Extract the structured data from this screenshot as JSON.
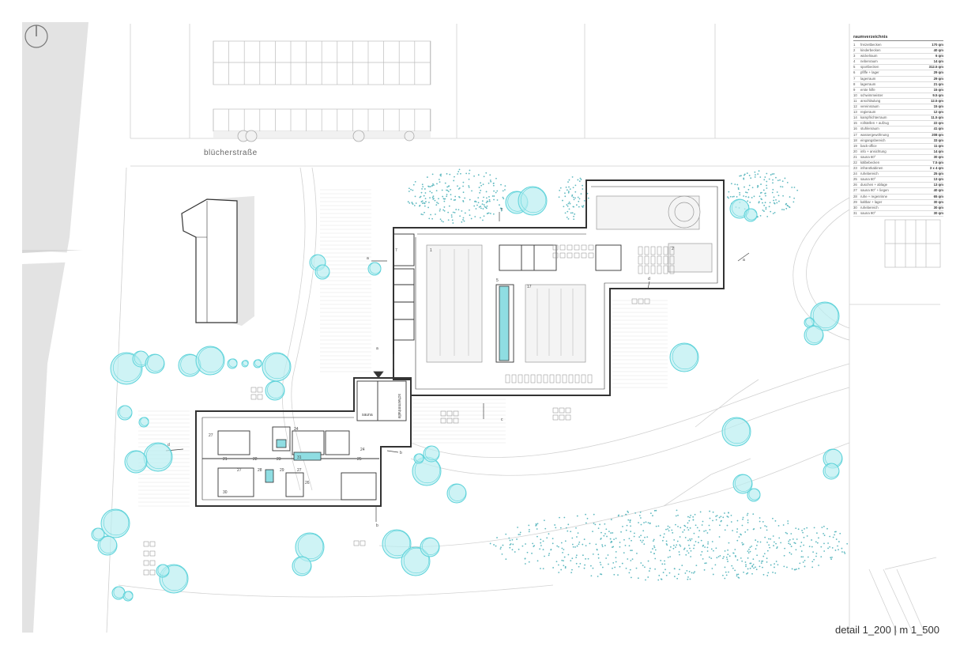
{
  "street": "blücherstraße",
  "scale": "detail 1_200 | m 1_500",
  "legend": {
    "title": "raumverzeichnis",
    "rows": [
      {
        "n": "1",
        "label": "freizeitbecken",
        "area": "170 qm"
      },
      {
        "n": "2",
        "label": "kinderbecken",
        "area": "40 qm"
      },
      {
        "n": "3",
        "label": "wickelraum",
        "area": "6 qm"
      },
      {
        "n": "4",
        "label": "nebenraum",
        "area": "14 qm"
      },
      {
        "n": "5",
        "label": "sportbecken",
        "area": "312.5 qm"
      },
      {
        "n": "6",
        "label": "pfiffe + lager",
        "area": "29 qm"
      },
      {
        "n": "7",
        "label": "lagerraum",
        "area": "29 qm"
      },
      {
        "n": "8",
        "label": "lagerraum",
        "area": "21 qm"
      },
      {
        "n": "9",
        "label": "erste hilfe",
        "area": "15 qm"
      },
      {
        "n": "10",
        "label": "schwimmeister",
        "area": "9.5 qm"
      },
      {
        "n": "11",
        "label": "anschläulung",
        "area": "12.5 qm"
      },
      {
        "n": "12",
        "label": "vereinsraum",
        "area": "15 qm"
      },
      {
        "n": "13",
        "label": "regieraum",
        "area": "12 qm"
      },
      {
        "n": "14",
        "label": "kampfrichterraum",
        "area": "11.5 qm"
      },
      {
        "n": "15",
        "label": "rollstellen + aufzug",
        "area": "22 qm"
      },
      {
        "n": "16",
        "label": "stuhlenraum",
        "area": "41 qm"
      },
      {
        "n": "17",
        "label": "wassergewöhnung",
        "area": "208 qm"
      },
      {
        "n": "18",
        "label": "eingangsbereich",
        "area": "33 qm"
      },
      {
        "n": "19",
        "label": "back-office",
        "area": "11 qm"
      },
      {
        "n": "20",
        "label": "info + ansichtung",
        "area": "14 qm"
      },
      {
        "n": "21",
        "label": "sauna 60°",
        "area": "30 qm"
      },
      {
        "n": "22",
        "label": "kälbebecken",
        "area": "7.5 qm"
      },
      {
        "n": "23",
        "label": "infrarotkabinen",
        "area": "3 x 4 qm"
      },
      {
        "n": "24",
        "label": "ruhebereich",
        "area": "25 qm"
      },
      {
        "n": "25",
        "label": "sauna 60°",
        "area": "13 qm"
      },
      {
        "n": "26",
        "label": "duschen + ablage",
        "area": "13 qm"
      },
      {
        "n": "27",
        "label": "sauna 90° + liegen",
        "area": "40 qm"
      },
      {
        "n": "28",
        "label": "ruhe + regenrinne",
        "area": "65 qm"
      },
      {
        "n": "29",
        "label": "kaltbar + lager",
        "area": "30 qm"
      },
      {
        "n": "30",
        "label": "ruhebereich",
        "area": "30 qm"
      },
      {
        "n": "31",
        "label": "sauna 90°",
        "area": "30 qm"
      }
    ]
  },
  "building_labels": {
    "sauna": "sauna",
    "schwimmhalle": "schwimmhalle"
  },
  "section_marks": [
    "a",
    "a",
    "a",
    "b",
    "b",
    "c",
    "c",
    "d",
    "d"
  ],
  "room_numbers": [
    "1",
    "2",
    "5",
    "17",
    "7",
    "27",
    "21",
    "22",
    "23",
    "24",
    "25",
    "26",
    "27",
    "28",
    "29",
    "30",
    "31",
    "24",
    "27"
  ],
  "colors": {
    "tree": "#5fd3da",
    "tree_fill": "#b9eef1",
    "wall": "#333333",
    "road": "#e3e3e3",
    "dots": "#5fb9c0"
  }
}
